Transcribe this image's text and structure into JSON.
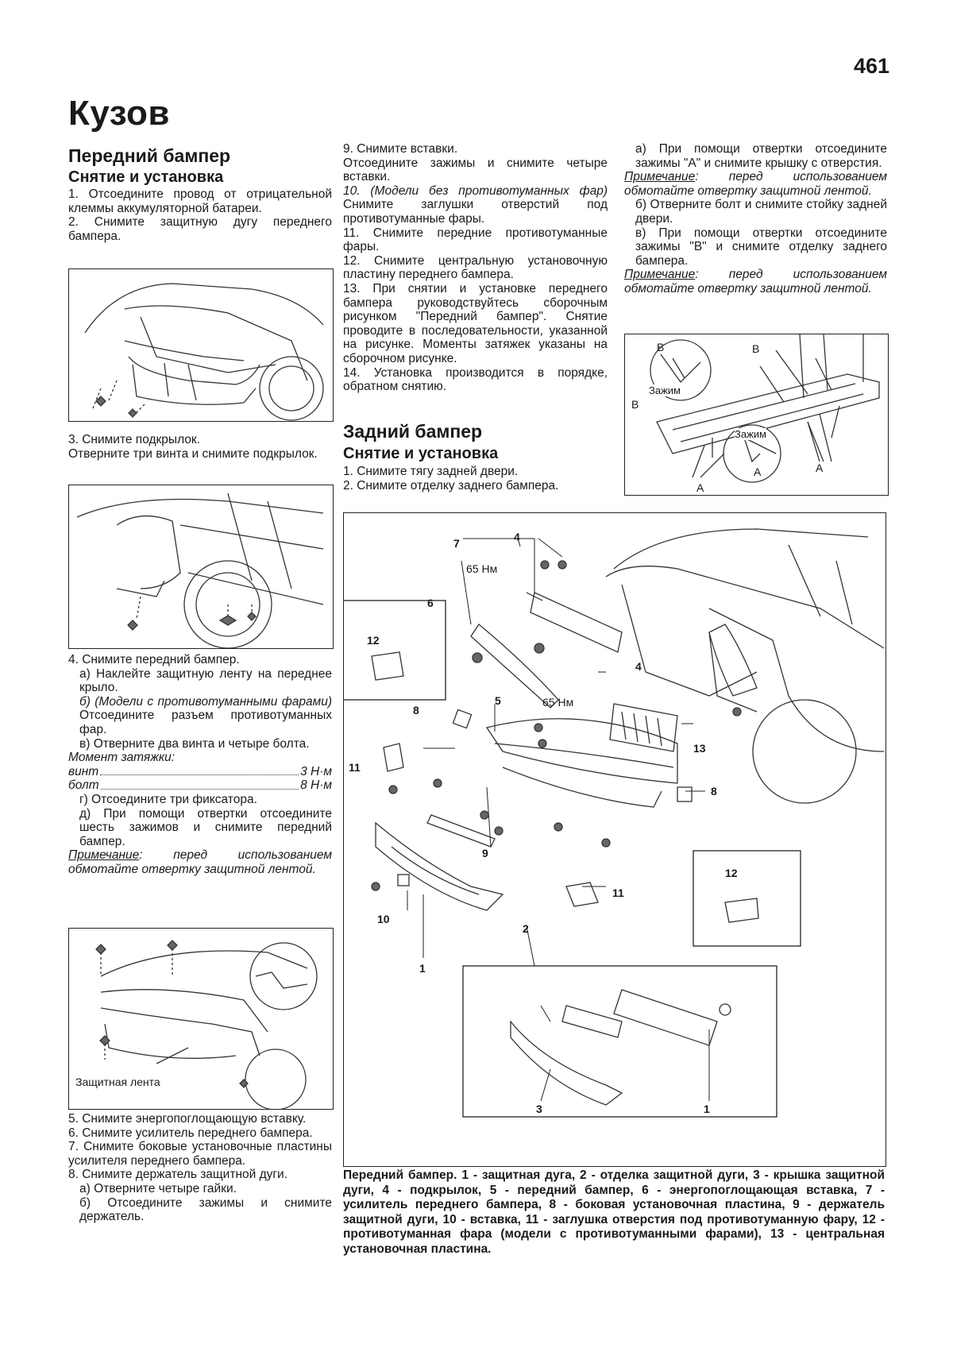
{
  "page_number": "461",
  "chapter_title": "Кузов",
  "front": {
    "title": "Передний бампер",
    "subtitle": "Снятие и установка",
    "steps_1_2": [
      "1. Отсоедините провод от отрицательной клеммы аккумуляторной батареи.",
      "2. Снимите защитную дугу переднего бампера."
    ],
    "step_3": [
      "3. Снимите подкрылок.",
      "Отверните три винта и снимите подкрылок."
    ],
    "step_4": "4. Снимите передний бампер.",
    "step_4a": "а) Наклейте защитную ленту на переднее крыло.",
    "step_4b_italic": "б) (Модели с противотуманными фарами)",
    "step_4b_rest": " Отсоедините разъем противотуманных фар.",
    "step_4c": "в) Отверните два винта и четыре болта.",
    "torque_title": "Момент затяжки:",
    "torque": [
      {
        "name": "винт",
        "value": "3 Н·м"
      },
      {
        "name": "болт",
        "value": "8 Н·м"
      }
    ],
    "step_4d": "г) Отсоедините три фиксатора.",
    "step_4e": "д) При помощи отвертки отсоедините шесть зажимов и снимите передний бампер.",
    "note_label": "Примечание",
    "note_text": ": перед использованием обмотайте отвертку защитной лентой.",
    "fig3_label": "Защитная лента",
    "steps_5_8": [
      "5. Снимите энергопоглощающую вставку.",
      "6. Снимите усилитель переднего бампера.",
      "7. Снимите боковые установочные пластины усилителя переднего бампера.",
      "8. Снимите держатель защитной дуги."
    ],
    "step_8a": "а) Отверните четыре гайки.",
    "step_8b": "б) Отсоедините зажимы и снимите держатель.",
    "steps_9_14": {
      "s9a": "9. Снимите вставки.",
      "s9b": "Отсоедините зажимы и снимите четыре вставки.",
      "s10_italic": "10. (Модели без противотуманных фар)",
      "s10_rest": " Снимите заглушки отверстий под противотуманные фары.",
      "s11": "11. Снимите передние противотуманные фары.",
      "s12": "12. Снимите центральную установочную пластину переднего бампера.",
      "s13": "13. При снятии и установке переднего бампера руководствуйтесь сборочным рисунком \"Передний бампер\". Снятие проводите в последовательности, указанной на рисунке. Моменты затяжек указаны на сборочном рисунке.",
      "s14": "14. Установка производится в порядке, обратном снятию."
    }
  },
  "rear": {
    "title": "Задний бампер",
    "subtitle": "Снятие и установка",
    "steps": [
      "1. Снимите тягу задней двери.",
      "2. Снимите отделку заднего бампера."
    ],
    "step_a": "а) При помощи отвертки отсоедините зажимы \"А\" и снимите крышку с отверстия.",
    "note_label": "Примечание",
    "note_text": ": перед использованием обмотайте отвертку защитной лентой.",
    "step_b": "б) Отверните болт и снимите стойку задней двери.",
    "step_c": "в) При помощи отвертки отсоедините зажимы \"В\" и снимите отделку заднего бампера.",
    "fig_labels": {
      "b": "В",
      "a": "А",
      "clamp": "Зажим"
    }
  },
  "assembly": {
    "torque_65": "65 Нм",
    "callouts": [
      "1",
      "2",
      "3",
      "4",
      "5",
      "6",
      "7",
      "8",
      "9",
      "10",
      "11",
      "12",
      "13"
    ],
    "caption": "Передний бампер. 1 - защитная дуга, 2 - отделка защитной дуги, 3 - крышка защитной дуги, 4 - подкрылок, 5 - передний бампер, 6 - энергопоглощающая вставка, 7 - усилитель переднего бампера, 8 - боковая установочная пластина, 9 - держатель защитной дуги, 10 - вставка, 11 - заглушка отверстия под противотуманную фару, 12 - противотуманная фара (модели с противотуманными фарами), 13 - центральная установочная пластина."
  }
}
